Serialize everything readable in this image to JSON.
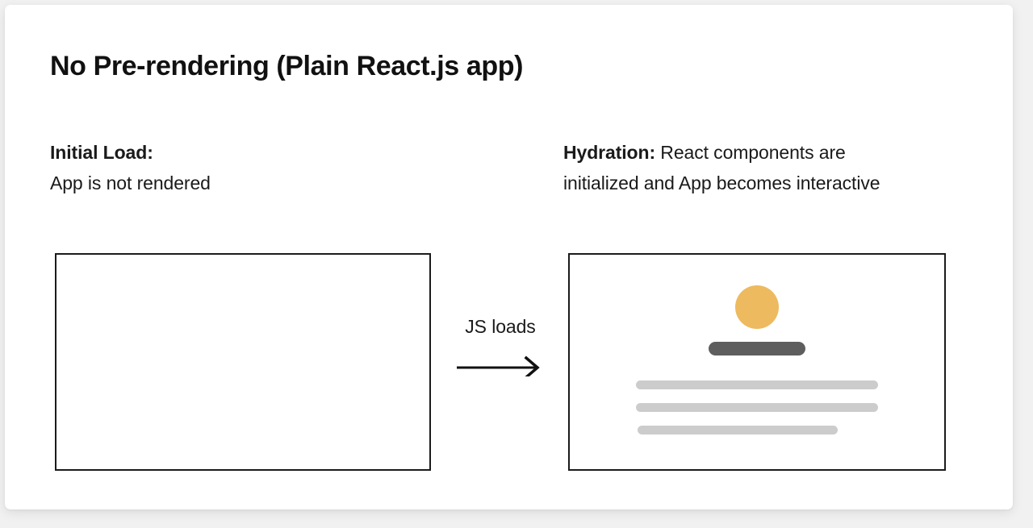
{
  "slide": {
    "title": "No Pre-rendering (Plain React.js app)",
    "background_color": "#f1f1f1",
    "card_color": "#ffffff"
  },
  "columns": {
    "left": {
      "lead": "Initial Load:",
      "line2": "App is not rendered",
      "frame": {
        "name": "empty-viewport",
        "border_color": "#1b1b1b",
        "content": "empty"
      }
    },
    "right": {
      "lead": "Hydration:",
      "line1_rest": " React components are",
      "line2": "initialized and App becomes interactive",
      "frame": {
        "name": "rendered-viewport",
        "border_color": "#1b1b1b",
        "skeleton": {
          "avatar_color": "#edba5f",
          "title_bar_color": "#5e5e5e",
          "text_bar_color": "#cccccc",
          "text_bar_count": 3
        }
      }
    }
  },
  "transition": {
    "label": "JS loads",
    "arrow_direction": "right",
    "arrow_color": "#111111"
  }
}
